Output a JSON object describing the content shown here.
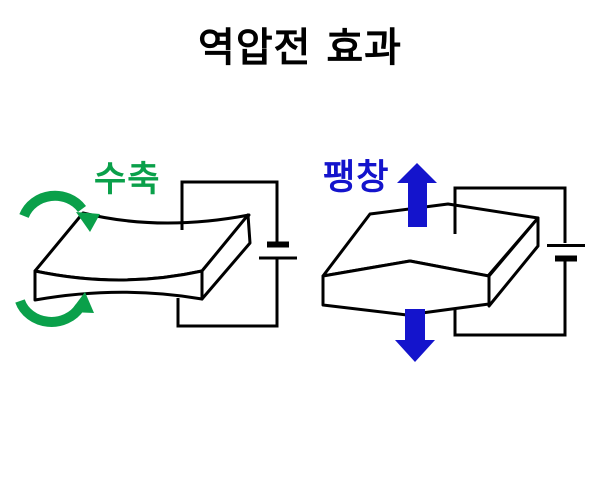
{
  "title": "역압전 효과",
  "colors": {
    "background": "#ffffff",
    "line": "#000000",
    "green": "#0aa04a",
    "blue": "#1414cc"
  },
  "left_diagram": {
    "label": "수축",
    "icons": [
      "curved-arrow-press-down-icon",
      "curved-arrow-press-up-icon",
      "battery-icon"
    ]
  },
  "right_diagram": {
    "label": "팽창",
    "icons": [
      "up-arrow-icon",
      "down-arrow-icon",
      "battery-icon"
    ]
  }
}
